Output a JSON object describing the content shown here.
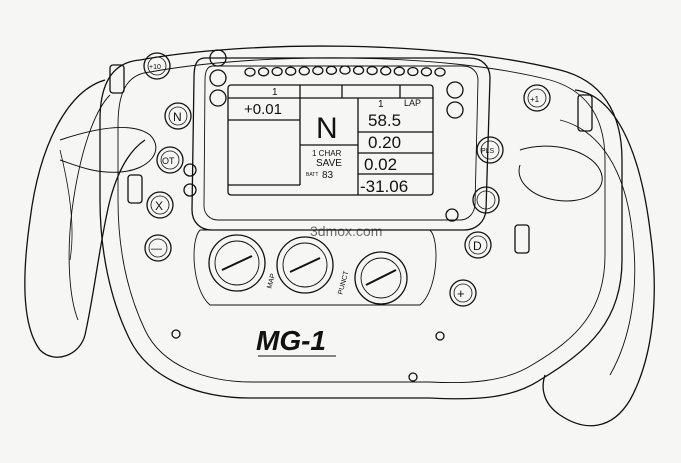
{
  "display": {
    "top_left_value": "1",
    "top_right_value": "1",
    "lap_label": "LAP",
    "delta": "+0.01",
    "gear": "N",
    "char_label": "1 CHAR",
    "save_label": "SAVE",
    "battery_label": "BATT",
    "battery_value": "83",
    "value_1": "58.5",
    "value_2": "0.20",
    "value_3": "0.02",
    "value_4": "-31.06"
  },
  "buttons": {
    "top_left": "+10",
    "top_right": "+1",
    "n": "N",
    "ot": "OT",
    "x": "X",
    "minus": "—",
    "pls": "PLS",
    "d": "D",
    "plus": "+"
  },
  "knobs": {
    "middle_label": "MAP",
    "right_label": "PUNCT"
  },
  "logo": "MG-1",
  "watermark": "3dmox.com",
  "colors": {
    "line": "#111111",
    "paper": "#f6f6f4"
  }
}
